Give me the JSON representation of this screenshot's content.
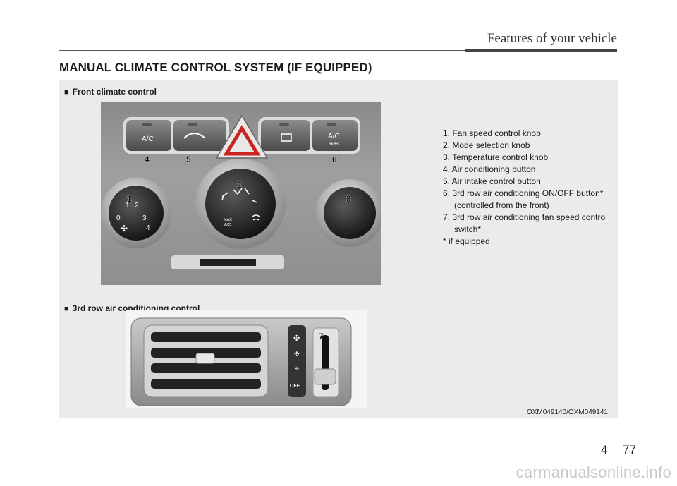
{
  "header": {
    "section": "Features of your vehicle",
    "title": "MANUAL CLIMATE CONTROL SYSTEM (IF EQUIPPED)"
  },
  "figure": {
    "front_caption": "Front climate control",
    "rear_caption": "3rd row air conditioning control",
    "caption_marker": "■",
    "code": "OXM049140/OXM049141",
    "labels": {
      "ac": "A/C",
      "ac_rear": "A/C",
      "rear": "REAR",
      "max_ac": "MAX",
      "max_ac2": "A/C",
      "off": "OFF",
      "fan_0": "0",
      "fan_1": "1",
      "fan_2": "2",
      "fan_3": "3",
      "fan_4": "4"
    },
    "callouts": [
      "1",
      "2",
      "3",
      "4",
      "5",
      "6",
      "7"
    ]
  },
  "legend": {
    "items": [
      "1. Fan speed control knob",
      "2. Mode selection knob",
      "3. Temperature control knob",
      "4. Air conditioning button",
      "5. Air intake control button",
      "6. 3rd row air conditioning ON/OFF button*",
      "(controlled from the front)",
      "7. 3rd row air conditioning fan speed control",
      "switch*",
      "* if equipped"
    ]
  },
  "footer": {
    "chapter": "4",
    "page": "77",
    "watermark": "carmanualsonline.info"
  }
}
